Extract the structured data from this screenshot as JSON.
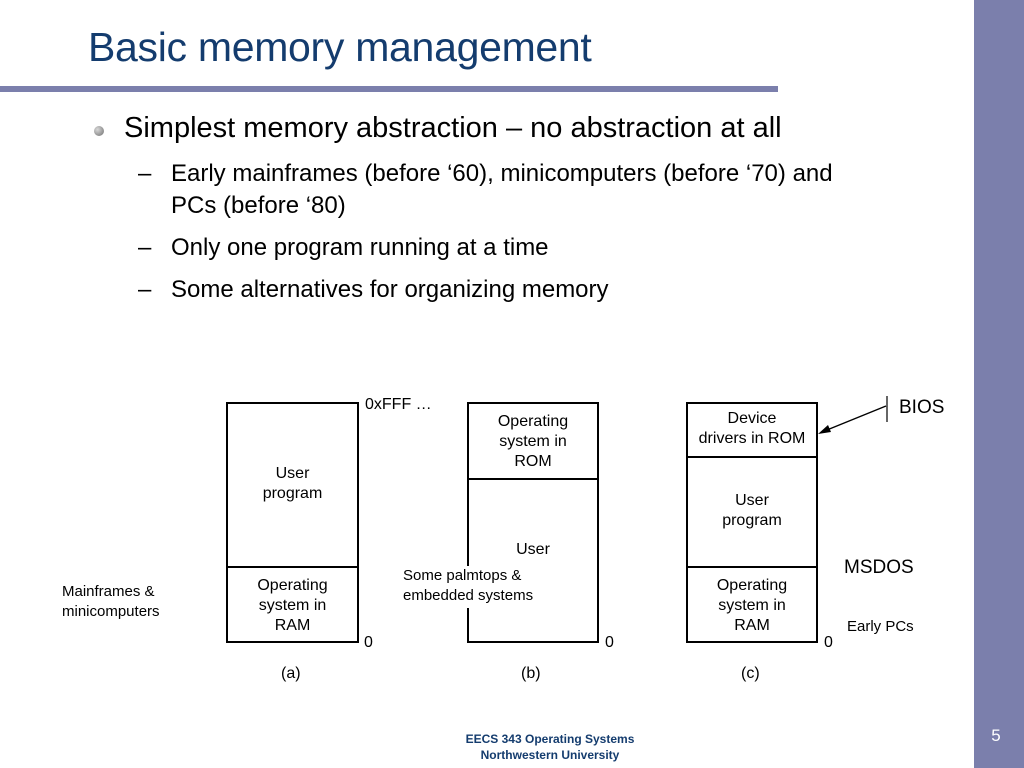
{
  "slide": {
    "title": "Basic memory management",
    "number": "5",
    "footer_line1": "EECS 343 Operating Systems",
    "footer_line2": "Northwestern University"
  },
  "bullets": {
    "main": "Simplest memory abstraction – no abstraction at all",
    "sub": [
      "Early mainframes (before ‘60), minicomputers (before ‘70) and",
      "PCs (before ‘80)",
      "Only one program running at a time",
      "Some alternatives for organizing memory"
    ],
    "dash": "–"
  },
  "diagram": {
    "top_address": "0xFFF …",
    "zero": "0",
    "a": {
      "upper_line1": "User",
      "upper_line2": "program",
      "lower_line1": "Operating",
      "lower_line2": "system in",
      "lower_line3": "RAM",
      "caption": "(a)",
      "note_line1": "Mainframes &",
      "note_line2": "minicomputers"
    },
    "b": {
      "upper_line1": "Operating",
      "upper_line2": "system in",
      "upper_line3": "ROM",
      "lower_line1": "User",
      "caption": "(b)",
      "note_line1": "Some palmtops &",
      "note_line2": "embedded systems"
    },
    "c": {
      "top_line1": "Device",
      "top_line2": "drivers in ROM",
      "mid_line1": "User",
      "mid_line2": "program",
      "lower_line1": "Operating",
      "lower_line2": "system in",
      "lower_line3": "RAM",
      "caption": "(c)",
      "bios": "BIOS",
      "msdos": "MSDOS",
      "note": "Early PCs"
    }
  }
}
